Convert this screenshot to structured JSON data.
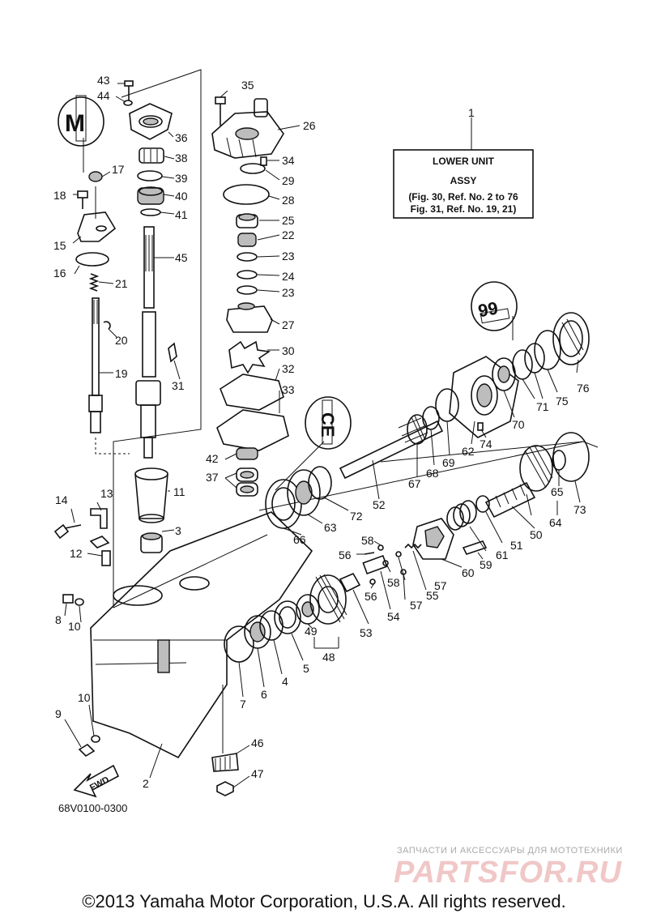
{
  "labels": [
    {
      "id": "l43",
      "text": "43"
    },
    {
      "id": "l44",
      "text": "44"
    },
    {
      "id": "l36",
      "text": "36"
    },
    {
      "id": "l38",
      "text": "38"
    },
    {
      "id": "l39",
      "text": "39"
    },
    {
      "id": "l40",
      "text": "40"
    },
    {
      "id": "l41",
      "text": "41"
    },
    {
      "id": "l45",
      "text": "45"
    },
    {
      "id": "l17",
      "text": "17"
    },
    {
      "id": "l18",
      "text": "18"
    },
    {
      "id": "l15",
      "text": "15"
    },
    {
      "id": "l16",
      "text": "16"
    },
    {
      "id": "l21",
      "text": "21"
    },
    {
      "id": "l20",
      "text": "20"
    },
    {
      "id": "l19",
      "text": "19"
    },
    {
      "id": "l31",
      "text": "31"
    },
    {
      "id": "l11",
      "text": "11"
    },
    {
      "id": "l3",
      "text": "3"
    },
    {
      "id": "l14",
      "text": "14"
    },
    {
      "id": "l13",
      "text": "13"
    },
    {
      "id": "l12",
      "text": "12"
    },
    {
      "id": "l8",
      "text": "8"
    },
    {
      "id": "l10a",
      "text": "10"
    },
    {
      "id": "l10b",
      "text": "10"
    },
    {
      "id": "l9",
      "text": "9"
    },
    {
      "id": "l2",
      "text": "2"
    },
    {
      "id": "l35",
      "text": "35"
    },
    {
      "id": "l26",
      "text": "26"
    },
    {
      "id": "l34",
      "text": "34"
    },
    {
      "id": "l29",
      "text": "29"
    },
    {
      "id": "l28",
      "text": "28"
    },
    {
      "id": "l25",
      "text": "25"
    },
    {
      "id": "l22",
      "text": "22"
    },
    {
      "id": "l23a",
      "text": "23"
    },
    {
      "id": "l24",
      "text": "24"
    },
    {
      "id": "l23b",
      "text": "23"
    },
    {
      "id": "l27",
      "text": "27"
    },
    {
      "id": "l30",
      "text": "30"
    },
    {
      "id": "l32",
      "text": "32"
    },
    {
      "id": "l33",
      "text": "33"
    },
    {
      "id": "l42",
      "text": "42"
    },
    {
      "id": "l37",
      "text": "37"
    },
    {
      "id": "l1",
      "text": "1"
    },
    {
      "id": "l76",
      "text": "76"
    },
    {
      "id": "l75",
      "text": "75"
    },
    {
      "id": "l71",
      "text": "71"
    },
    {
      "id": "l70",
      "text": "70"
    },
    {
      "id": "l74",
      "text": "74"
    },
    {
      "id": "l62",
      "text": "62"
    },
    {
      "id": "l69",
      "text": "69"
    },
    {
      "id": "l68",
      "text": "68"
    },
    {
      "id": "l67",
      "text": "67"
    },
    {
      "id": "l52",
      "text": "52"
    },
    {
      "id": "l72",
      "text": "72"
    },
    {
      "id": "l63",
      "text": "63"
    },
    {
      "id": "l66",
      "text": "66"
    },
    {
      "id": "l65",
      "text": "65"
    },
    {
      "id": "l73",
      "text": "73"
    },
    {
      "id": "l64",
      "text": "64"
    },
    {
      "id": "l50",
      "text": "50"
    },
    {
      "id": "l51",
      "text": "51"
    },
    {
      "id": "l61",
      "text": "61"
    },
    {
      "id": "l59",
      "text": "59"
    },
    {
      "id": "l60",
      "text": "60"
    },
    {
      "id": "l58a",
      "text": "58"
    },
    {
      "id": "l56a",
      "text": "56"
    },
    {
      "id": "l58b",
      "text": "58"
    },
    {
      "id": "l57a",
      "text": "57"
    },
    {
      "id": "l55",
      "text": "55"
    },
    {
      "id": "l57b",
      "text": "57"
    },
    {
      "id": "l56b",
      "text": "56"
    },
    {
      "id": "l54",
      "text": "54"
    },
    {
      "id": "l53",
      "text": "53"
    },
    {
      "id": "l49",
      "text": "49"
    },
    {
      "id": "l48",
      "text": "48"
    },
    {
      "id": "l5",
      "text": "5"
    },
    {
      "id": "l4",
      "text": "4"
    },
    {
      "id": "l6",
      "text": "6"
    },
    {
      "id": "l7",
      "text": "7"
    },
    {
      "id": "l46",
      "text": "46"
    },
    {
      "id": "l47",
      "text": "47"
    }
  ],
  "assy_box": {
    "line1": "LOWER UNIT",
    "line2": "ASSY",
    "line3": "(Fig. 30, Ref. No. 2 to 76",
    "line4": "Fig. 31, Ref. No. 19, 21)"
  },
  "fwd_label": "FWD",
  "catalog_code": "68V0100-0300",
  "watermark_sub": "ЗАПЧАСТИ И АКСЕССУАРЫ ДЛЯ МОТОТЕХНИКИ",
  "watermark_logo": "PARTSFOR.RU",
  "copyright": "©2013 Yamaha Motor Corporation, U.S.A. All rights reserved.",
  "colors": {
    "ink": "#111111",
    "watermark": "#f0c7c7",
    "watermark_sub": "#aaaaaa"
  }
}
